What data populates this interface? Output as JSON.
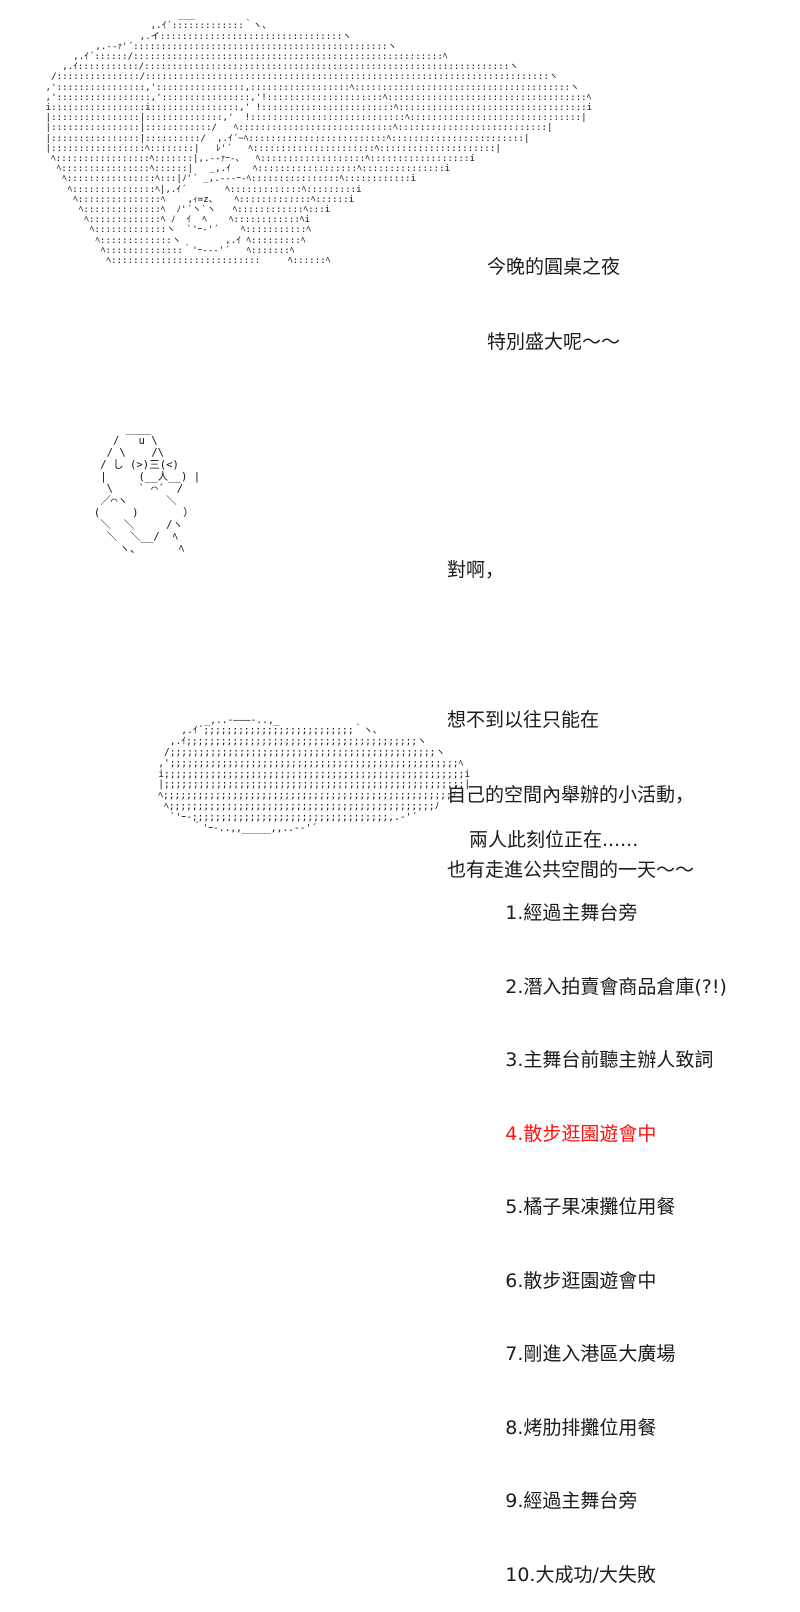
{
  "page": {
    "background_color": "#ffffff",
    "text_color": "#1b1b1b",
    "highlight_color": "#ff1010"
  },
  "panels": [
    {
      "id": "panel-1",
      "character": "ascii-art-girl-with-large-bow",
      "art": "                         ___\n                    ,.ｲ´:::::::::::::｀ヽ、\n                  ,.イ:::::::::::::::::::::::::::::::::ヽ\n          ,.-‐ｧ'´::::::::::::::::::::::::::::::::::::::::::::::ヽ\n      ,.ｲ´::::::/::::::::::::::::::::::::::::::::::::::::::::::::::::::::ﾍ\n    ,.ｲ:::::::::::/::::::::::::::::::::::::::::::::::::::::::::::::::::::::::::::::::ヽ\n  /:::::::::::::::/:::::::::::::::::::::::::::::::::::::::::::::::::::::::::::::::::::::::::ヽ\n ,'::::::::::::::::,'::::::::::::::::,::::::::::::::::::ﾍ:::::::::::::::::::::::::::::::::::::::ヽ\n ,':::::::::::::::::,'::::::::::::::::,'!:::::::::::::::::::::ﾍ::::::::::::::::::::::::::::::::::::ﾍ\n i:::::::::::::::::i::::::::::::::::,' !::::::::::::::::::::::::ﾍ::::::::::::::::::::::::::::::::::i\n |::::::::::::::::|::::::::::::::,'  !::::::::::::::::::::::::::::ﾍ:::::::::::::::::::::::::::::::|\n |::::::::::::::::|::::::::::::/   ﾍ::::::::::::::::::::::::::::ﾍ:::::::::::::::::::::::::::|\n |::::::::::::::::|::::::::::/  ,.ｲ´~ﾍ:::::::::::::::::::::::::ﾍ::::::::::::::::::::::::|\n |:::::::::::::::::ﾍ::::::::|   ﾚ'´   ﾍ::::::::::::::::::::::ﾍ:::::::::::::::::::::|\n  ﾍ:::::::::::::::::ﾍ:::::::|,.-‐ｧｰ-、  ﾍ:::::::::::::::::::ﾍ::::::::::::::::::i\n   ﾍ::::::::::::::::ﾍ::::::|   _,.ｲ    ﾍ::::::::::::::::::ﾍ:::::::::::::::i\n    ﾍ::::::::::::::::ﾍ:::|ﾉ'´ _,.-‐‐ｰ-ﾍ::::::::::::::::ﾍ::::::::::::i\n     ﾍ:::::::::::::::ﾍ|,.ｲ´       ﾍ:::::::::::::ﾍ:::::::::i\n      ﾍ:::::::::::::::ﾍ    ,ｨ=z、   ﾍ:::::::::::::ﾍ::::::i\n       ﾍ::::::::::::::ﾍ  ﾉ'´ヽ`ヽ   ﾍ::::::::::::ﾍ:::i\n        ﾍ:::::::::::::ﾍ ﾉ  ｲ  ﾍ    ﾍ::::::::::::ﾍi\n         ﾍ:::::::::::::ヽ  `'ｰ-'´    ﾍ:::::::::::ﾍ\n          ﾍ:::::::::::::ヽ        ,.ｲ ﾍ:::::::::ﾍ\n           ﾍ::::::::::::::｀'ｰ--‐'´   ﾍ:::::::ﾍ\n            ﾍ:::::::::::::::::::::::::::     ﾍ::::::ﾍ"
    },
    {
      "id": "panel-2",
      "character": "ascii-art-boy-pointing",
      "art": "          ____\n        /   u \\\n       / \\    /\\\n      / し (>)三(<)\n      |     (__人__) |\n       \\    ` ⌒´  /\n      ／⌒ヽ      ＼\n     (     )       ）\n      ＼  ＼     /ヽ\n       ＼  ＼__/  ﾍ\n         ヽ、      ﾍ"
    },
    {
      "id": "panel-3",
      "character": "ascii-art-two-figures-walking",
      "art": "                _,..-―――-..,_\n            ,.ｲ´;;;;;;;;;;;;;;;;;;;;;;;;;;｀ヽ、\n          ,.ｲ;;;;;;;;;;;;;;;;;;;;;;;;;;;;;;;;;;;;;;;;ヽ\n         /;;;;;;;;;;;;;;;;;;;;;;;;;;;;;;;;;;;;;;;;;;;;;;ヽ\n        ,';;;;;;;;;;;;;;;;;;;;;;;;;;;;;;;;;;;;;;;;;;;;;;;;;;ﾍ\n        i;;;;;;;;;;;;;;;;;;;;;;;;;;;;;;;;;;;;;;;;;;;;;;;;;;;;i\n        |;;;;;;;;;;;;;;;;;;;;;;;;;;;;;;;;;;;;;;;;;;;;;;;;;;;;|\n        ﾍ;;;;;;;;;;;;;;;;;;;;;;;;;;;;;;;;;;;;;;;;;;;;;;;;;;ﾉ\n         ﾍ;;;;;;;;;;;;;;;;;;;;;;;;;;;;;;;;;;;;;;;;;;;;;;ﾉ\n          `'ｰ-;;;;;;;;;;;;;;;;;;;;;;;;;;;;;;;;;;,.-'´\n              ｀'ｰ-..,,_____,,..-‐'´"
    }
  ],
  "dialogues": [
    {
      "id": "dialogue-1",
      "speaker": "panel-1",
      "lines": [
        "今晚的圓桌之夜",
        "特別盛大呢～～"
      ]
    },
    {
      "id": "dialogue-2",
      "speaker": "panel-2",
      "lines": [
        "對啊，",
        "",
        "想不到以往只能在",
        "自己的空間內舉辦的小活動，",
        "也有走進公共空間的一天～～"
      ]
    }
  ],
  "choices": {
    "heading": "兩人此刻位正在......",
    "items": [
      {
        "number": "1.",
        "label": "經過主舞台旁",
        "highlight": false
      },
      {
        "number": "2.",
        "label": "潛入拍賣會商品倉庫(?!)",
        "highlight": false
      },
      {
        "number": "3.",
        "label": "主舞台前聽主辦人致詞",
        "highlight": false
      },
      {
        "number": "4.",
        "label": "散步逛園遊會中",
        "highlight": true
      },
      {
        "number": "5.",
        "label": "橘子果凍攤位用餐",
        "highlight": false
      },
      {
        "number": "6.",
        "label": "散步逛園遊會中",
        "highlight": false
      },
      {
        "number": "7.",
        "label": "剛進入港區大廣場",
        "highlight": false
      },
      {
        "number": "8.",
        "label": "烤肋排攤位用餐",
        "highlight": false
      },
      {
        "number": "9.",
        "label": "經過主舞台旁",
        "highlight": false
      },
      {
        "number": "10.",
        "label": "大成功/大失敗",
        "highlight": false
      }
    ]
  }
}
